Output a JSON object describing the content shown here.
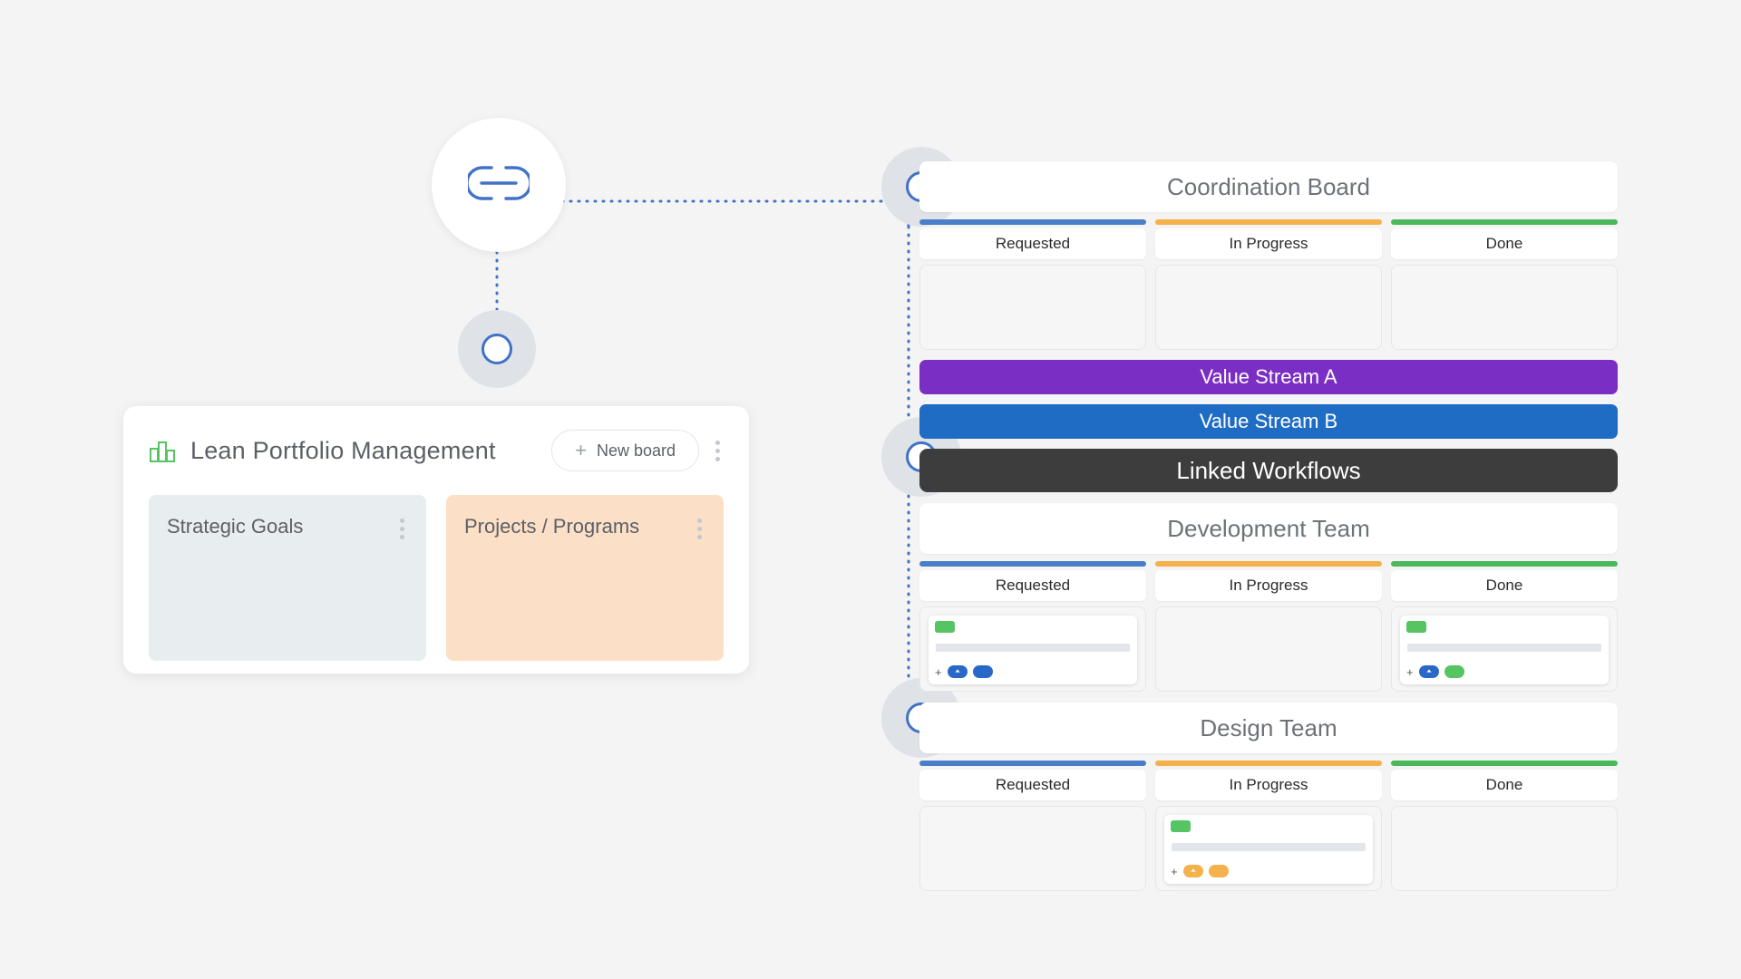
{
  "canvas": {
    "background": "#f4f4f4",
    "accent_blue": "#4272c7"
  },
  "hub_node": {
    "icon": "link-icon",
    "icon_color": "#4272c7"
  },
  "branch_nodes": [
    {
      "name": "portfolio-branch-node"
    },
    {
      "name": "coordination-board-node"
    },
    {
      "name": "linked-workflows-node"
    },
    {
      "name": "design-team-node"
    }
  ],
  "lpm": {
    "icon": "bar-chart-icon",
    "icon_color": "#56c463",
    "title": "Lean Portfolio Management",
    "new_board_label": "New board",
    "plus_glyph": "+",
    "menu_icon": "kebab-menu-icon",
    "columns": [
      {
        "name": "Strategic Goals",
        "bg": "#e8edf0",
        "menu_icon": "kebab-menu-icon"
      },
      {
        "name": "Projects / Programs",
        "bg": "#fbdfc6",
        "menu_icon": "kebab-menu-icon"
      }
    ]
  },
  "column_defs": [
    {
      "label": "Requested",
      "accent": "#4a7ec9"
    },
    {
      "label": "In Progress",
      "accent": "#f5b14b"
    },
    {
      "label": "Done",
      "accent": "#4cb85c"
    }
  ],
  "boards": [
    {
      "id": "coordination-board",
      "title": "Coordination Board",
      "cards": [
        [],
        [],
        []
      ]
    },
    {
      "id": "development-team",
      "title": "Development Team",
      "cards": [
        [
          {
            "chip": "#56c463",
            "badges": [
              {
                "color": "#2968c8",
                "icon": "arrow-up-icon"
              },
              {
                "color": "#2968c8",
                "icon": ""
              }
            ]
          }
        ],
        [],
        [
          {
            "chip": "#56c463",
            "badges": [
              {
                "color": "#2968c8",
                "icon": "arrow-up-icon"
              },
              {
                "color": "#56c463",
                "icon": ""
              }
            ]
          }
        ]
      ]
    },
    {
      "id": "design-team",
      "title": "Design Team",
      "cards": [
        [],
        [
          {
            "chip": "#56c463",
            "badges": [
              {
                "color": "#f5b14b",
                "icon": "arrow-up-icon"
              },
              {
                "color": "#f5b14b",
                "icon": ""
              }
            ]
          }
        ],
        []
      ]
    }
  ],
  "value_streams": [
    {
      "label": "Value Stream A",
      "color": "#7b2ec4"
    },
    {
      "label": "Value Stream B",
      "color": "#1f6cc4"
    }
  ],
  "linked_workflows": {
    "label": "Linked Workflows",
    "color": "#3d3d3d"
  }
}
